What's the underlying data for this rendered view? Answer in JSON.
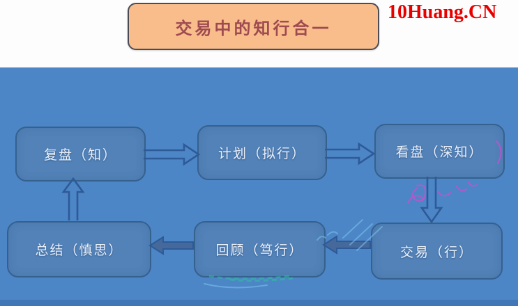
{
  "header": {
    "title": "交易中的知行合一",
    "site_watermark": "10Huang.CN"
  },
  "diagram": {
    "nodes": [
      {
        "id": "review-know",
        "label": "复盘（知）"
      },
      {
        "id": "plan",
        "label": "计划（拟行）"
      },
      {
        "id": "watch-market",
        "label": "看盘（深知）"
      },
      {
        "id": "summarize",
        "label": "总结（慎思）"
      },
      {
        "id": "look-back",
        "label": "回顾（笃行）"
      },
      {
        "id": "trade",
        "label": "交易（行）"
      }
    ],
    "flow": [
      "复盘（知）→计划（拟行）",
      "计划（拟行）→看盘（深知）",
      "看盘（深知）→交易（行）",
      "交易（行）→回顾（笃行）",
      "回顾（笃行）→总结（慎思）",
      "总结（慎思）→复盘（知）"
    ]
  },
  "colors": {
    "panel": "#4c86c6",
    "node_fill": "#5282b8",
    "node_border": "#35618f",
    "node_text": "#eaf0f9",
    "arrow": "#2e5a97",
    "arrow_fill": "#46699c",
    "title_fill": "#f8bd8b",
    "title_border": "#4b4b55",
    "title_text": "#9e4a50",
    "watermark_red": "#e80000",
    "scribble_pink": "#c94fd0",
    "scribble_blue": "#7ec4ef",
    "scribble_teal": "#2fbf9f"
  }
}
